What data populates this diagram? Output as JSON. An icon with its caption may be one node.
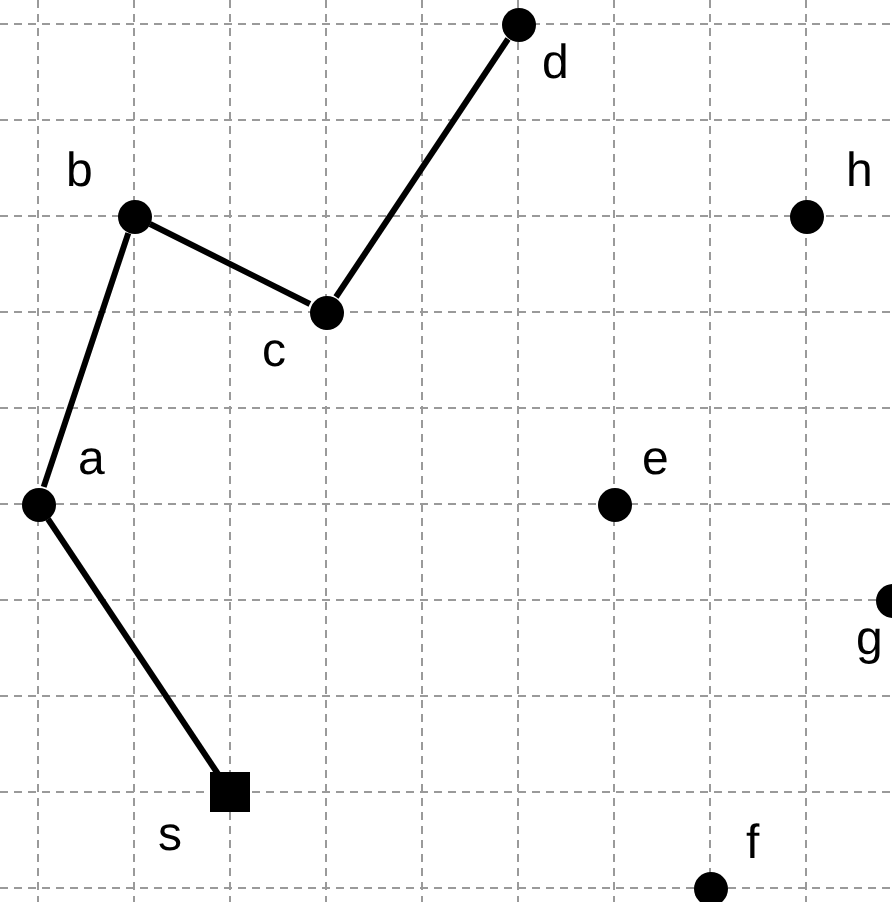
{
  "diagram": {
    "nodes": [
      {
        "text": [],
        "shape": "circle",
        "beside": [
          "d"
        ]
      },
      {
        "text": [],
        "shape": "circle",
        "beside": [
          "b"
        ]
      },
      {
        "text": [],
        "shape": "circle",
        "beside": [
          "h"
        ]
      },
      {
        "text": [],
        "shape": "circle",
        "beside": [
          "c"
        ]
      },
      {
        "text": [],
        "shape": "circle",
        "beside": [
          "a"
        ]
      },
      {
        "text": [],
        "shape": "circle",
        "beside": [
          "e"
        ]
      },
      {
        "text": [],
        "shape": "circle",
        "beside": [
          "g"
        ]
      },
      {
        "text": [],
        "shape": "box",
        "beside": [
          "s"
        ]
      },
      {
        "text": [],
        "shape": "circle",
        "beside": [
          "f"
        ]
      }
    ],
    "edges": [
      {
        "from": 4,
        "to": 1,
        "arrow": "none"
      },
      {
        "from": 1,
        "to": 3,
        "arrow": "none"
      },
      {
        "from": 3,
        "to": 0,
        "arrow": "none"
      },
      {
        "from": 4,
        "to": 7,
        "arrow": "none"
      }
    ]
  }
}
